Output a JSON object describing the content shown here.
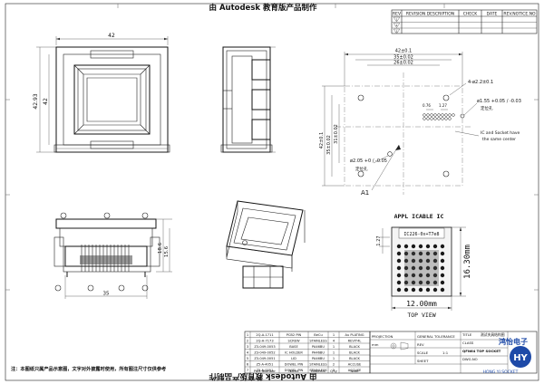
{
  "header": {
    "watermark": "由 Autodesk 教育版产品制作"
  },
  "footer": {
    "watermark": "由 Autodesk 教育版产品制作"
  },
  "revision_table": {
    "headers": [
      "REV",
      "REVISION DESCRIPTION",
      "CHECK",
      "DATE",
      "REV.NOTICE.NO"
    ],
    "row_markers": [
      "1",
      "2",
      "3",
      "4"
    ]
  },
  "front_view": {
    "width": "42",
    "height": "42",
    "height_alt": "42.93"
  },
  "top_right_view": {
    "dims": [
      "42±0.1",
      "35±0.02",
      "26±0.02",
      "4-ø2.2±0.1",
      "ø1.55 +0.05 / -0.03",
      "42±0.1",
      "35±0.02",
      "31±0.02",
      "ø2.05 +0 / -0.05"
    ],
    "labels": [
      "定位孔",
      "定位孔",
      "IC and Socket have",
      "the same center",
      "A1"
    ],
    "small_dims": [
      "0.76",
      "1.27"
    ]
  },
  "side_view": {
    "dims": [
      "18.6",
      "15.6",
      "35"
    ]
  },
  "ic_view": {
    "title": "APPL ICABLE IC",
    "chip_label": "IC226-0x+T7e8",
    "width": "12.00mm",
    "height": "16.30mm",
    "view_label": "TOP VIEW",
    "pin1": "1.27"
  },
  "bom": {
    "rows": [
      {
        "num": "1",
        "part": "2Q-A-1711",
        "name": "PCB2 PIN",
        "material": "BeCu",
        "qty": "1",
        "note": "Au PLATING"
      },
      {
        "num": "2",
        "part": "2Q-A-7173",
        "name": "SCREW",
        "material": "STAINLESS",
        "qty": "4",
        "note": "REVIT4L"
      },
      {
        "num": "3",
        "part": "Z3-049-0053",
        "name": "BASE",
        "material": "PA46BU",
        "qty": "1",
        "note": "BLACK"
      },
      {
        "num": "4",
        "part": "Z3-049-0052",
        "name": "IC HOLDER",
        "material": "PA46BU",
        "qty": "1",
        "note": "BLACK"
      },
      {
        "num": "5",
        "part": "Z3-049-0051",
        "name": "LID",
        "material": "PA46BU",
        "qty": "1",
        "note": "BLACK"
      },
      {
        "num": "6",
        "part": "Z5-A-4051",
        "name": "DOWEL PIN",
        "material": "STAINLESS",
        "qty": "2",
        "note": "ACCUSE"
      },
      {
        "num": "7",
        "part": "Z5-A-0051",
        "name": "DOWEL PIN",
        "material": "STAINLESS",
        "qty": "2",
        "note": "ACCUSE"
      }
    ],
    "header": {
      "part": "Part Number",
      "name": "Name",
      "material": "Material",
      "qty": "Q'ty",
      "note": "Note"
    }
  },
  "title_block": {
    "projection": "PROJECTION",
    "tolerance": "GENERAL TOLERANCE",
    "title_label": "TITLE",
    "title_value": "QFN64 TOP SOCKET",
    "unit": "mm",
    "rev": "REV",
    "scale": "SCALE",
    "scale_value": "1:1",
    "dwg": "DWG.NO",
    "sheet": "SHEET",
    "class_label": "CLASS",
    "title_cn": "测试夹具结构图",
    "company": "鸿怡电子",
    "company_en": "HONG YI SOCKET",
    "logo_letters": "HY"
  },
  "note": "注：本图纸只属产品示意图，文字对外披露时使用，所有图注尺寸仅供参考"
}
